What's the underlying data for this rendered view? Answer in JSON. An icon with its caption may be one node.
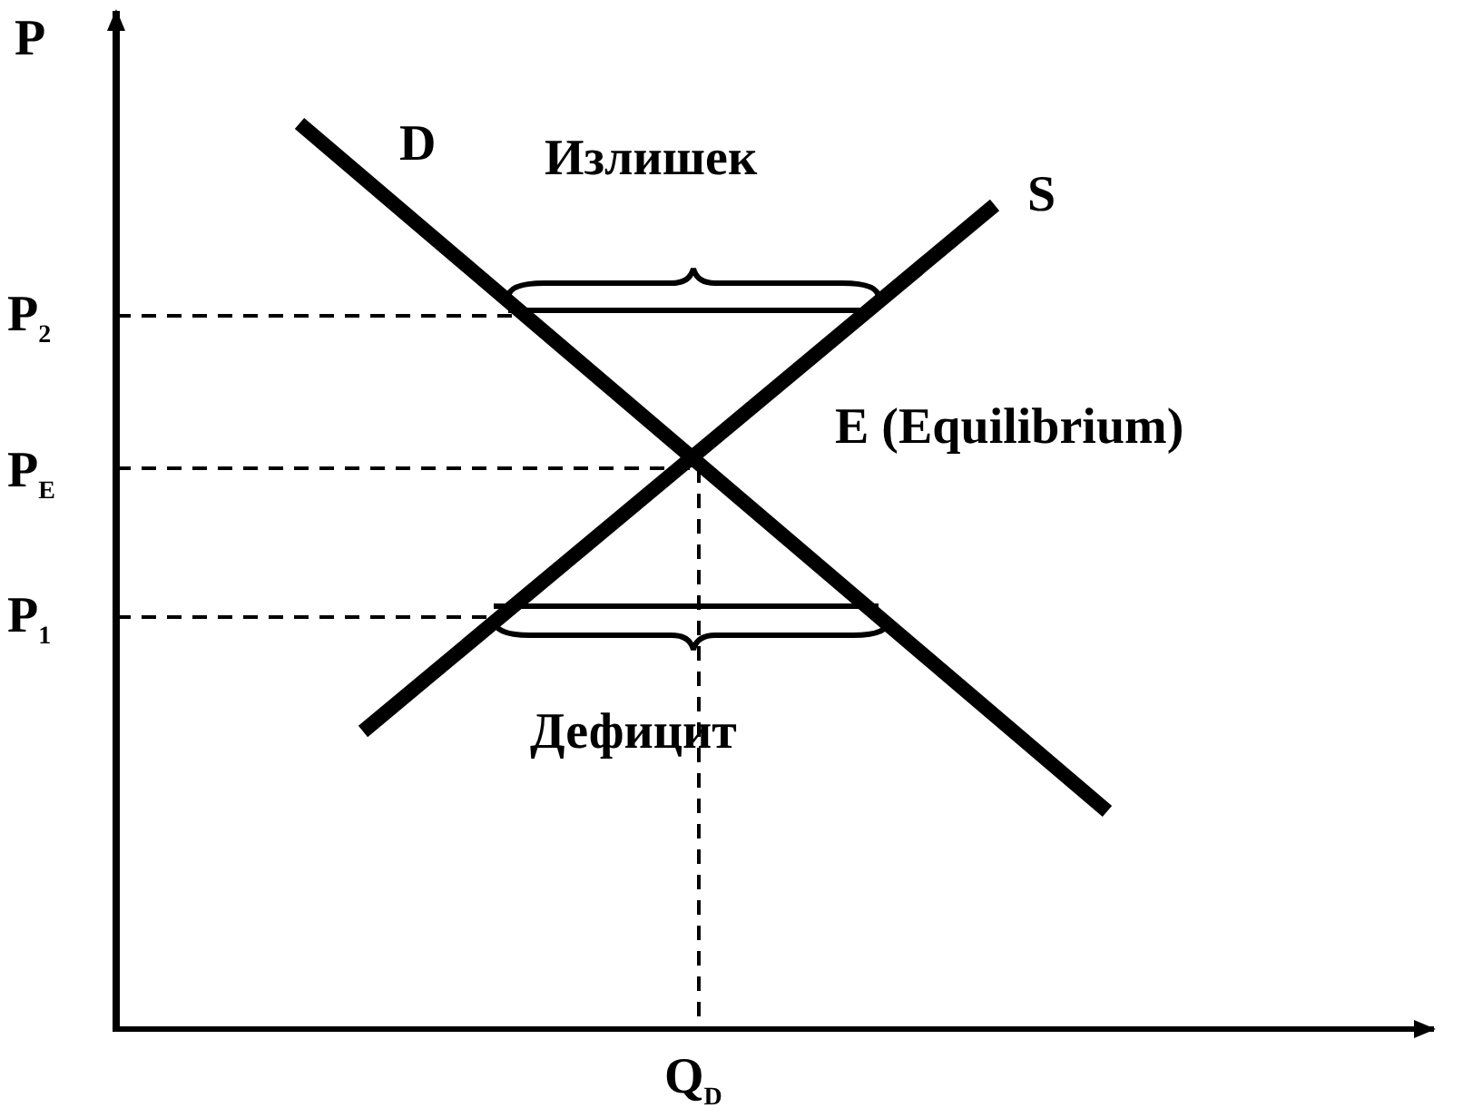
{
  "diagram": {
    "labels": [
      "P",
      "D",
      "Излишек",
      "S",
      "P$_{2}$",
      "E (Equilibrium)",
      "P$_{E}$",
      "P$_{1}$",
      "Дефицит",
      "Q$_{D}$"
    ]
  }
}
